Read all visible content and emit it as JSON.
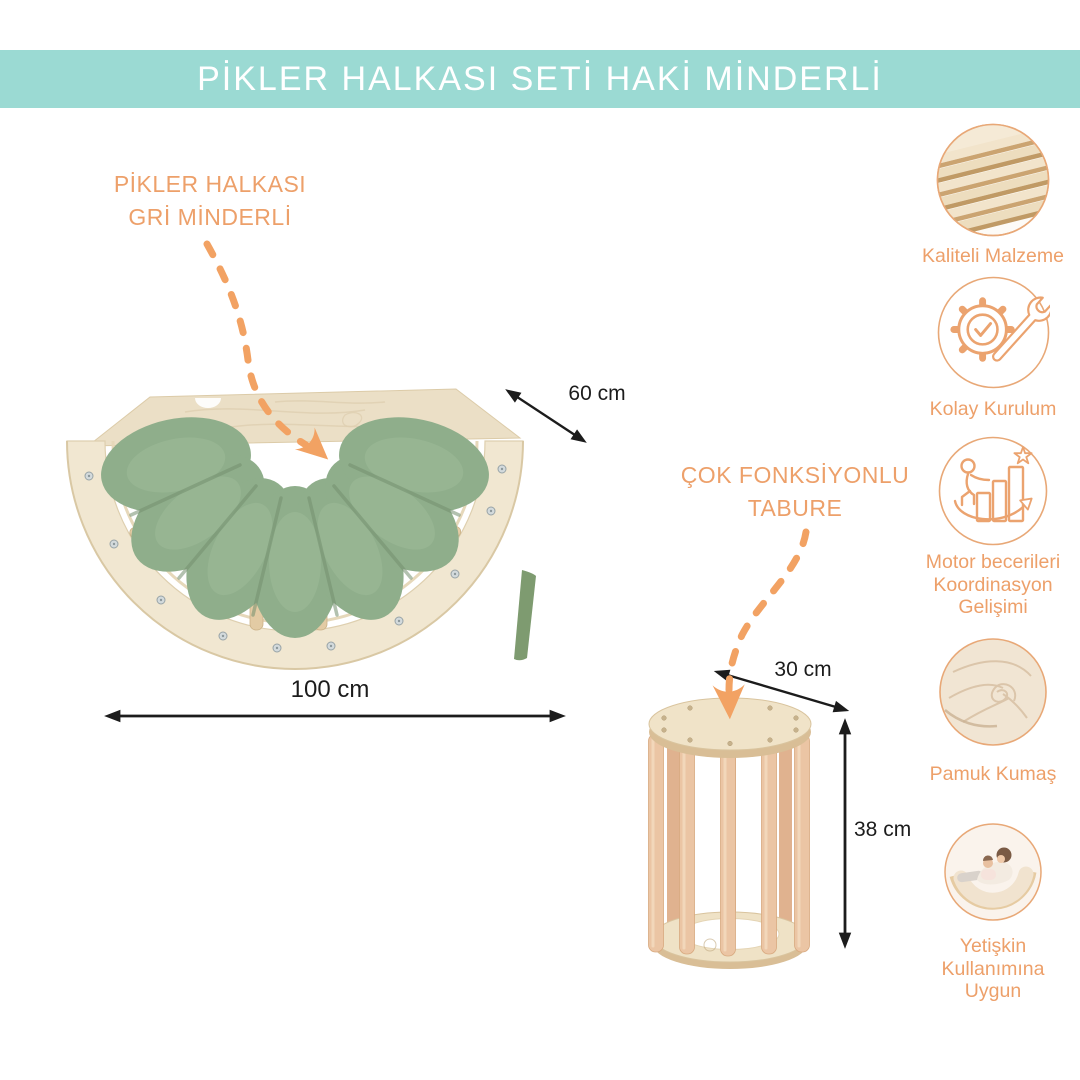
{
  "header": {
    "title": "PİKLER HALKASI SETİ HAKİ MİNDERLİ"
  },
  "colors": {
    "banner_teal": "#9BDAD3",
    "accent_orange": "#EDA06A",
    "arrow_orange": "#F2A263",
    "dimension_black": "#1C1C1C",
    "cushion_green": "#8FAE8B",
    "wood_light": "#F0E6D0",
    "wood_dowel": "#EBC5A4"
  },
  "arch": {
    "callout": {
      "line1": "PİKLER HALKASI",
      "line2": "GRİ MİNDERLİ"
    },
    "dimensions": {
      "depth": "60 cm",
      "width": "100 cm"
    }
  },
  "stool": {
    "callout": {
      "line1": "ÇOK FONKSİYONLU",
      "line2": "TABURE"
    },
    "dimensions": {
      "diameter": "30 cm",
      "height": "38 cm"
    }
  },
  "features": [
    {
      "icon": "plywood-sheets-icon",
      "lines": [
        "Kaliteli Malzeme"
      ]
    },
    {
      "icon": "gear-check-wrench-icon",
      "lines": [
        "Kolay Kurulum"
      ]
    },
    {
      "icon": "motor-skills-icon",
      "lines": [
        "Motor becerileri",
        "Koordinasyon",
        "Gelişimi"
      ]
    },
    {
      "icon": "cotton-fabric-icon",
      "lines": [
        "Pamuk Kumaş"
      ]
    },
    {
      "icon": "adult-child-rocker-icon",
      "lines": [
        "Yetişkin",
        "Kullanımına",
        "Uygun"
      ]
    }
  ]
}
